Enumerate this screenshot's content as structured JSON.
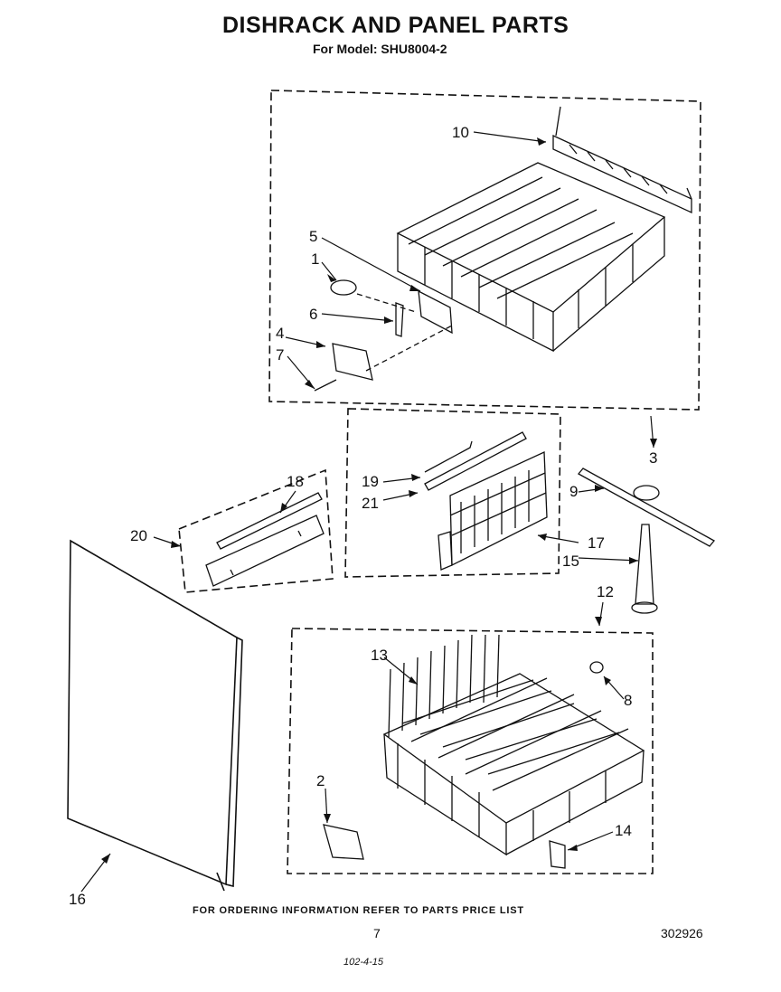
{
  "title": "DISHRACK AND PANEL PARTS",
  "subtitle": "For Model: SHU8004-2",
  "footer": "FOR ORDERING INFORMATION REFER TO PARTS PRICE LIST",
  "page_number": "7",
  "doc_number": "302926",
  "handwritten": "102-4-15",
  "callouts": {
    "c1": "1",
    "c2": "2",
    "c3": "3",
    "c4": "4",
    "c5": "5",
    "c6": "6",
    "c7": "7",
    "c8": "8",
    "c9": "9",
    "c10": "10",
    "c12": "12",
    "c13": "13",
    "c14": "14",
    "c15": "15",
    "c16": "16",
    "c17": "17",
    "c18": "18",
    "c19": "19",
    "c20": "20",
    "c21": "21"
  }
}
